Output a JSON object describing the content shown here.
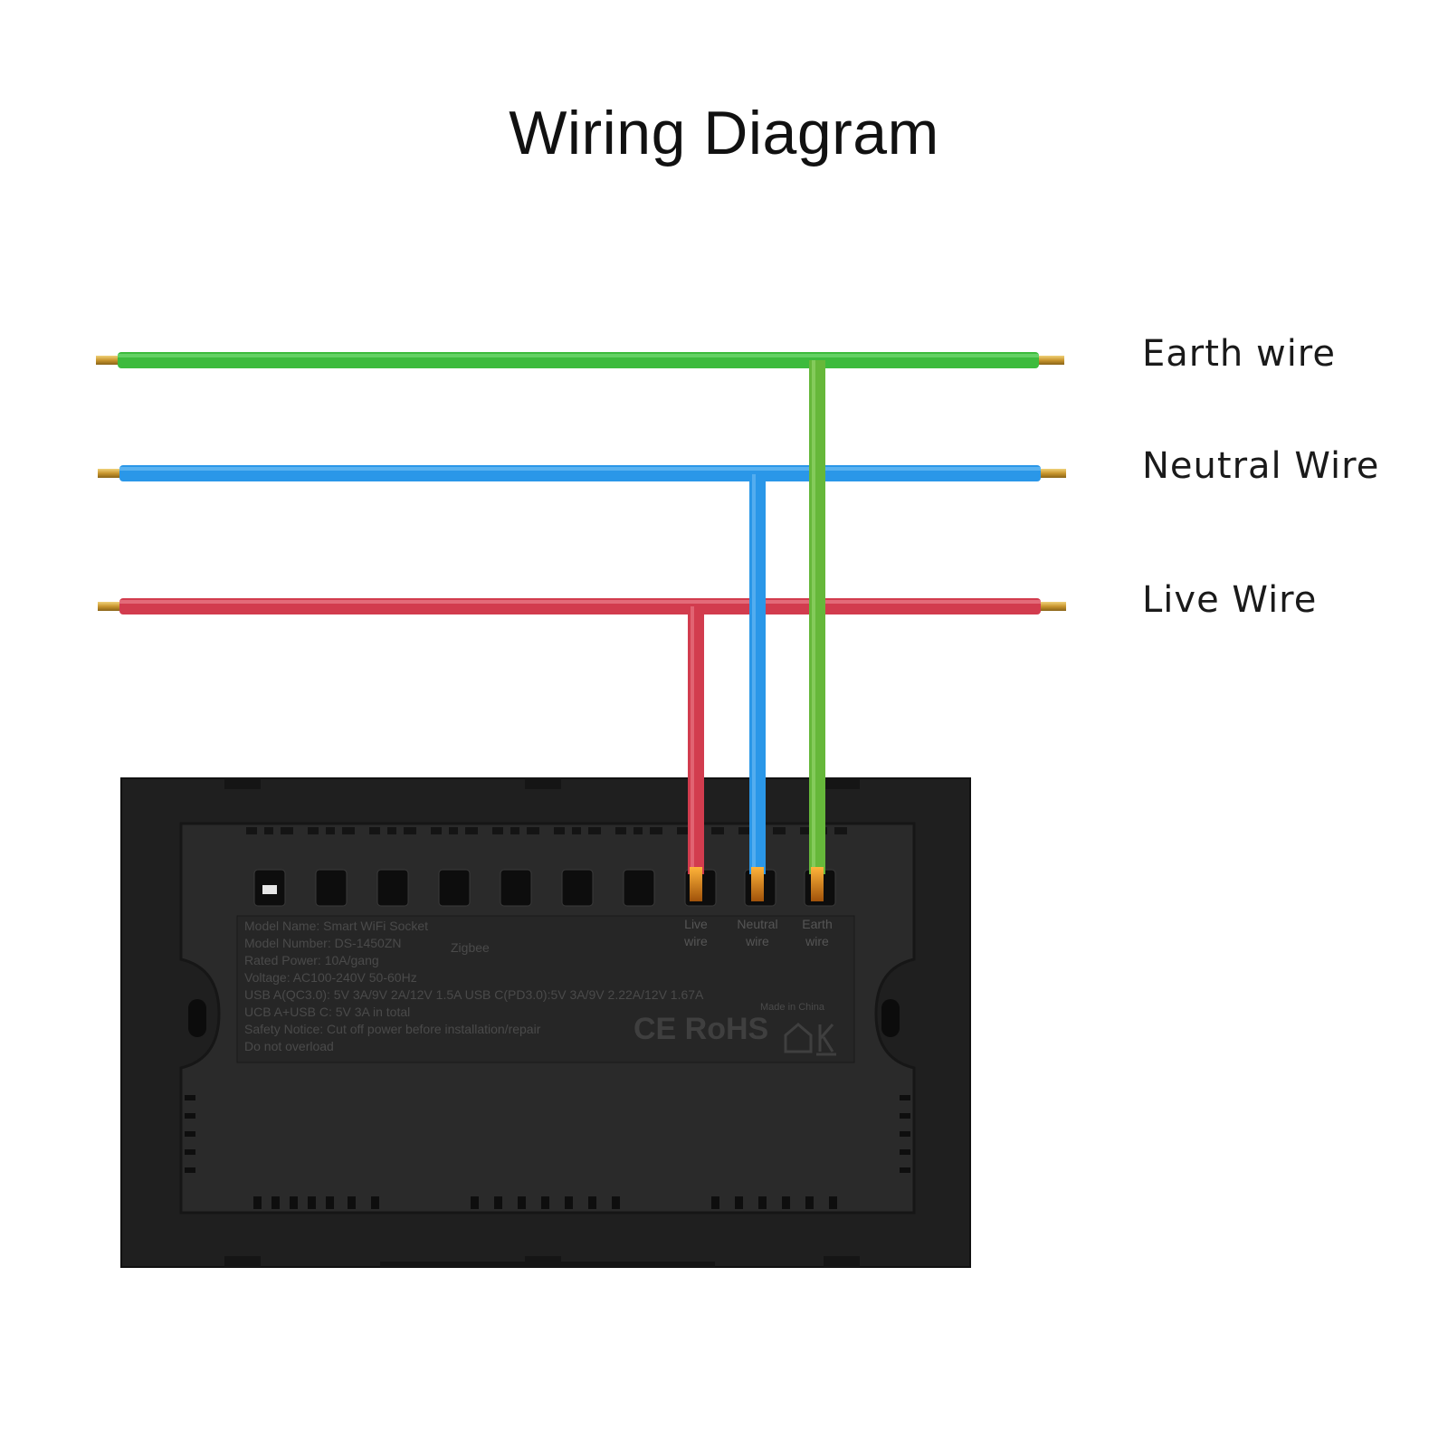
{
  "title": "Wiring Diagram",
  "wires": [
    {
      "label": "Earth wire",
      "color": "#3dbb3d",
      "branch_color": "#66b83a"
    },
    {
      "label": "Neutral Wire",
      "color": "#2a97e8",
      "branch_color": "#2a97e8"
    },
    {
      "label": "Live Wire",
      "color": "#d23c4e",
      "branch_color": "#d23c4e"
    }
  ],
  "terminals": [
    {
      "label": "Live\nwire"
    },
    {
      "label": "Neutral\nwire"
    },
    {
      "label": "Earth\nwire"
    }
  ],
  "specs": [
    "Model Name: Smart WiFi Socket",
    "Model Number: DS-1450ZN",
    "Rated Power: 10A/gang",
    "Voltage: AC100-240V 50-60Hz",
    "USB A(QC3.0): 5V 3A/9V 2A/12V 1.5A USB C(PD3.0):5V 3A/9V 2.22A/12V 1.67A",
    "UCB A+USB C: 5V 3A in total",
    "Safety Notice: Cut off power before installation/repair",
    "Do not overload"
  ],
  "zigbee": "Zigbee",
  "made_in": "Made in China",
  "cert": "CE RoHS",
  "colors": {
    "plate": "#232323",
    "plate_inner": "#2b2b2b",
    "copper": "#d4a73a",
    "terminal_copper": "#e08a1a"
  }
}
